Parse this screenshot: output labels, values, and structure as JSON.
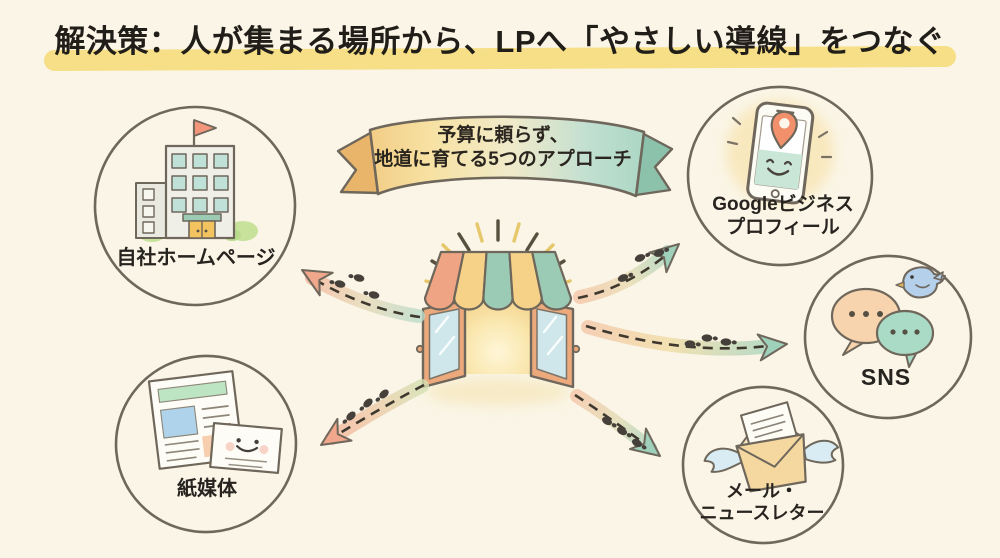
{
  "title": "解決策：人が集まる場所から、LPへ「やさしい導線」をつなぐ",
  "banner": {
    "line1": "予算に頼らず、",
    "line2": "地道に育てる5つのアプローチ"
  },
  "center": {
    "name": "storefront",
    "icon": "open-storefront-icon",
    "description_visible": ""
  },
  "nodes": {
    "homepage": {
      "label": "自社ホームページ",
      "icon": "office-building-icon"
    },
    "google": {
      "label1": "Googleビジネス",
      "label2": "プロフィール",
      "icon": "smartphone-map-pin-icon"
    },
    "sns": {
      "label": "SNS",
      "icon": "speech-bubbles-bird-icon"
    },
    "mail": {
      "label1": "メール・",
      "label2": "ニュースレター",
      "icon": "winged-envelope-icon"
    },
    "paper": {
      "label": "紙媒体",
      "icon": "newspaper-card-icon"
    }
  },
  "colors": {
    "background": "#FAF5E6",
    "title_highlight": "#F5DB74",
    "outline": "#6F675B",
    "salmon": "#F2B194",
    "yellow": "#F3D78D",
    "teal": "#A7D5C2",
    "ink": "#272420"
  }
}
